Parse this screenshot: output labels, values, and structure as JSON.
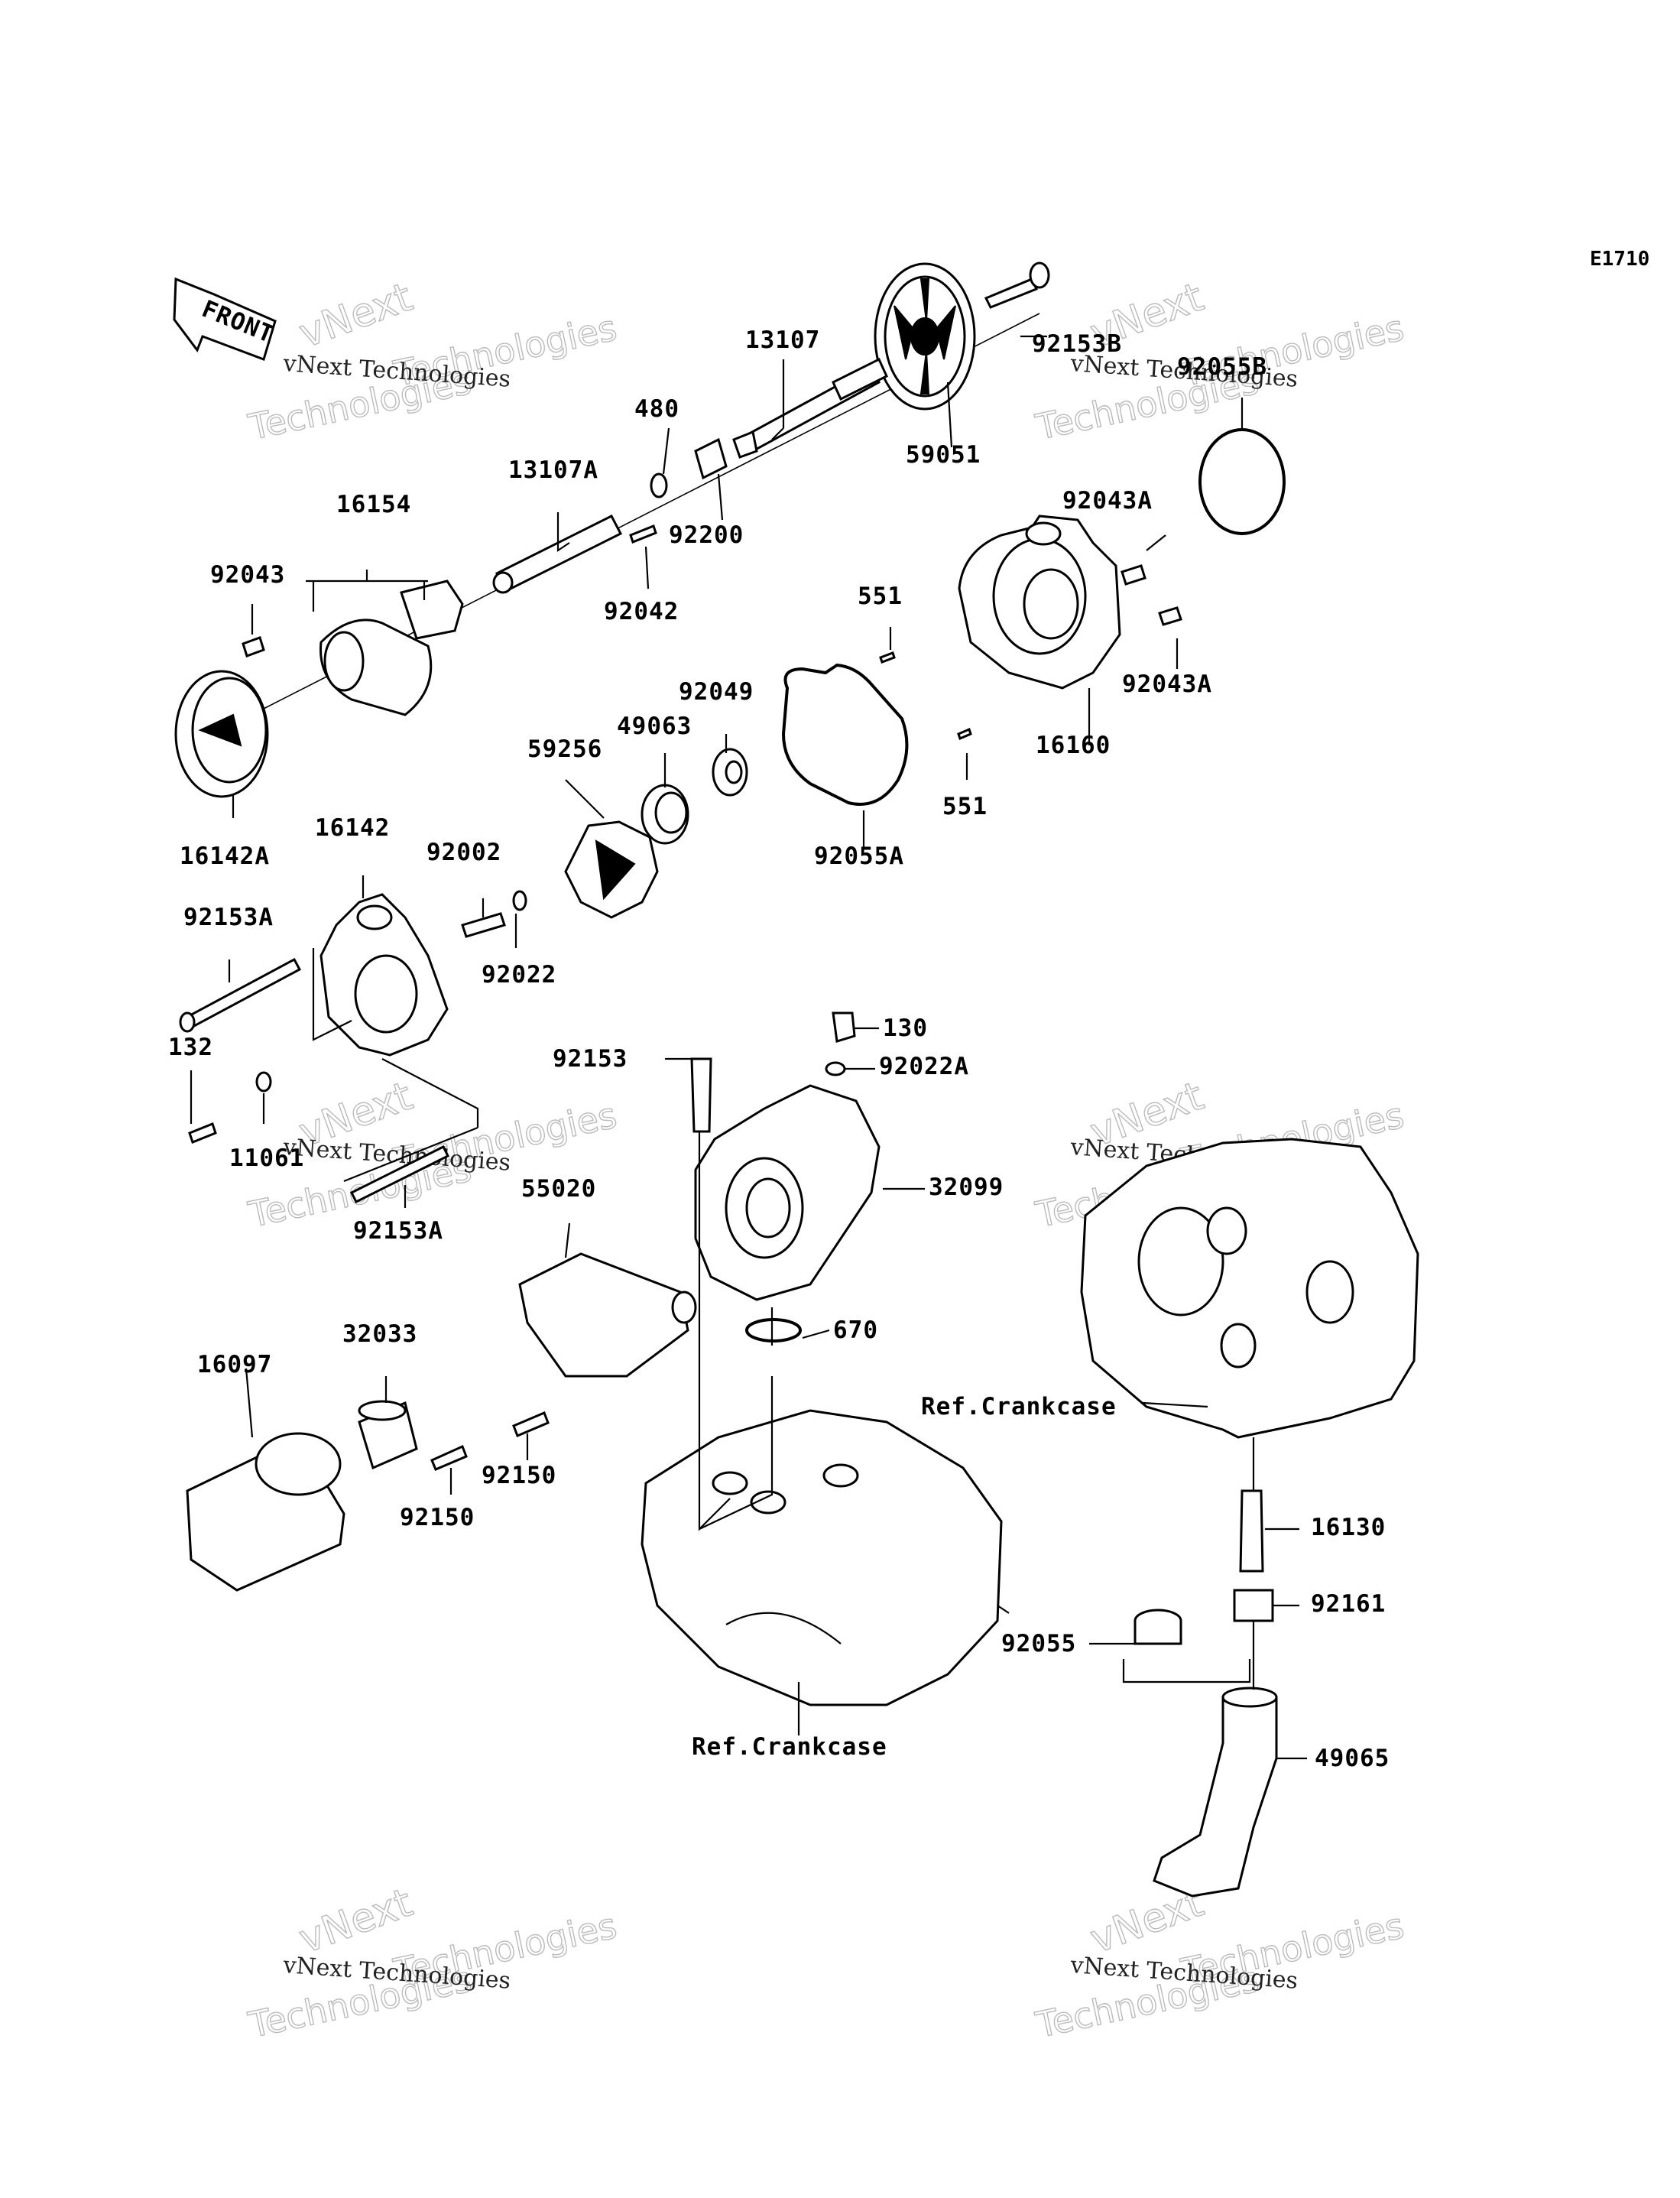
{
  "diagram_code": "E1710",
  "front_label": "FRONT",
  "watermark": {
    "line1": "vNext Technologies",
    "line2": "vNext",
    "line3": "Technologies"
  },
  "reference_labels": {
    "crankcase_upper": "Ref.Crankcase",
    "crankcase_lower": "Ref.Crankcase"
  },
  "parts": [
    "13107",
    "480",
    "13107A",
    "16154",
    "92043",
    "16142A",
    "92200",
    "92042",
    "59051",
    "92153B",
    "92055B",
    "92043A",
    "92043A",
    "551",
    "551",
    "92049",
    "49063",
    "59256",
    "16160",
    "92055A",
    "16142",
    "92002",
    "92022",
    "92153A",
    "132",
    "11061",
    "92153A",
    "92153",
    "130",
    "92022A",
    "32099",
    "55020",
    "670",
    "32033",
    "16097",
    "92150",
    "92150",
    "16130",
    "92161",
    "92055",
    "49065"
  ]
}
